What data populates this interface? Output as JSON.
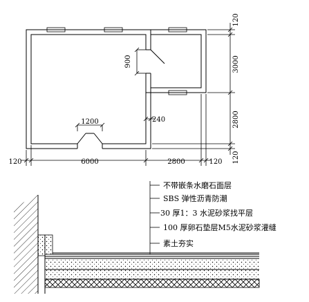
{
  "plan": {
    "dimensions": {
      "top_wall": "120",
      "right_upper": "3000",
      "right_lower": "2800",
      "right_bottom_wall": "120",
      "door_inner": "900",
      "entry_door": "1200",
      "wall_thickness": "240",
      "bottom_left_wall": "120",
      "bottom_main": "6000",
      "bottom_annex": "2800",
      "bottom_right_wall": "120"
    }
  },
  "section": {
    "layers": [
      "不带嵌条水磨石面层",
      "SBS 弹性沥青防潮",
      "30 厚1：3 水泥砂浆找平层",
      "100 厚卵石垫层M5水泥砂浆灌缝",
      "素土夯实"
    ]
  }
}
